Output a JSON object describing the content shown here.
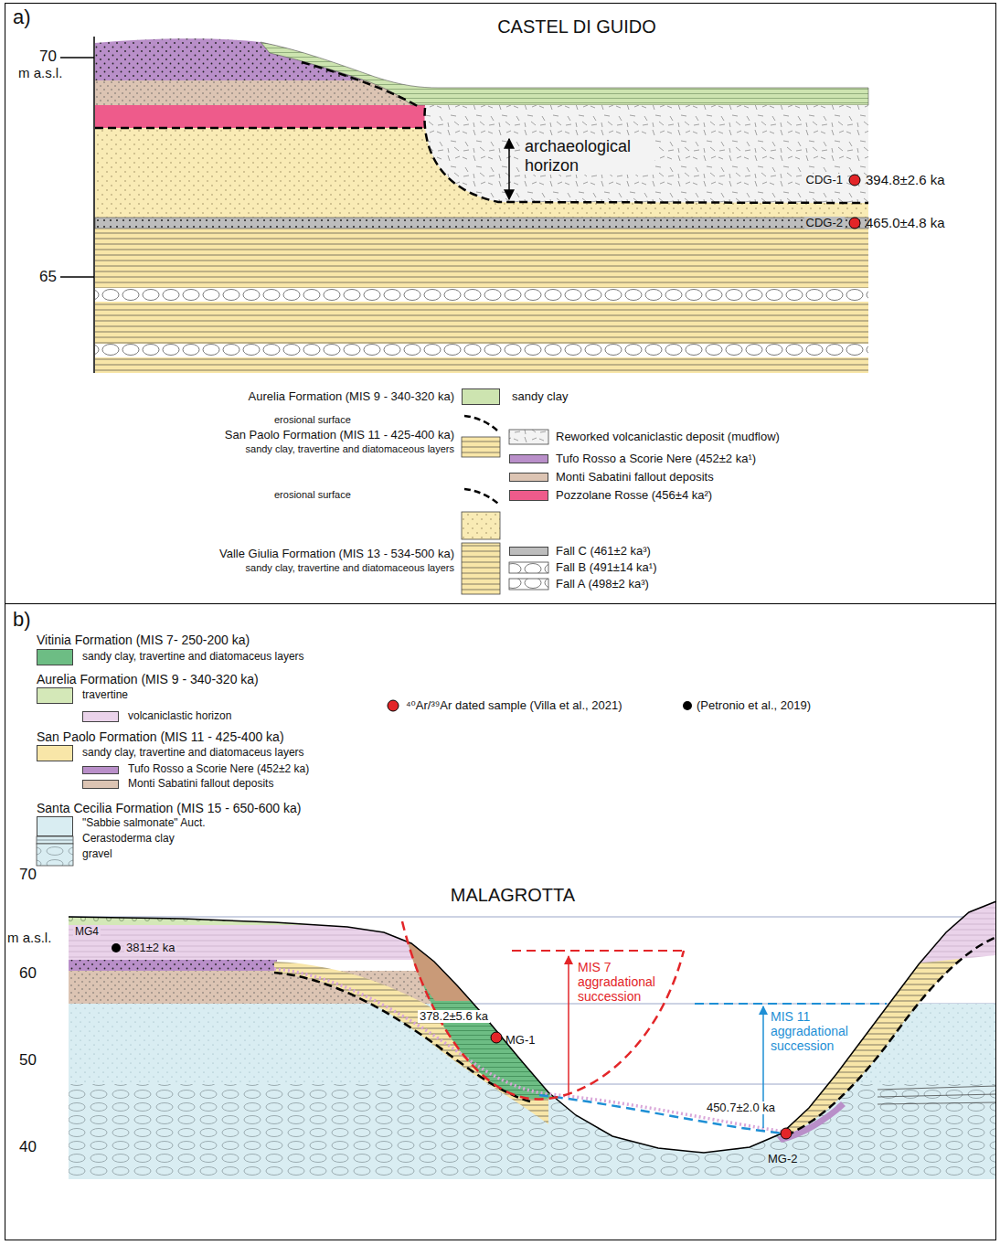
{
  "diagram": {
    "nodes": [
      {
        "text": [
          "a)",
          "CASTEL DI GUIDO"
        ]
      },
      {
        "text": [
          "b)",
          "MALAGROTTA"
        ]
      }
    ],
    "labels": [
      "70",
      "m a.s.l.",
      "archaeological horizon",
      "CDG-1",
      "394.8±2.6 ka",
      "CDG-2",
      "465.0±4.8 ka",
      "65",
      "Aurelia Formation (MIS 9 - 340-320 ka)",
      "San Paolo Formation (MIS 11 - 425-400 ka)",
      "sandy clay, travertine and diatomaceous layers",
      "Valle Giulia Formation (MIS 13 - 534-500 ka)",
      "sandy clay, travertine and diatomaceous layers",
      "Vitinia Formation (MIS 7- 250-200 ka)",
      "Aurelia Formation (MIS 9 - 340-320 ka)",
      "San Paolo Formation (MIS 11 - 425-400 ka)",
      "Santa Cecilia Formation (MIS 15 - 650-600 ka)",
      "70",
      "m a.s.l.",
      "MG4",
      "381±2 ka",
      "60",
      "378.2±5.6 ka",
      "MG-1",
      "MIS 7 aggradational succession",
      "MIS 11 aggradational succession",
      "50",
      "450.7±2.0 ka",
      "MG-2",
      "40"
    ],
    "legend": [
      {
        "text": "sandy clay",
        "color": "#cde4b0"
      },
      {
        "text": "erosional surface"
      },
      {
        "text": "Reworked volcaniclastic deposit (mudflow)"
      },
      {
        "text": "Tufo Rosso a Scorie Nere (452±2 ka¹)",
        "color": "#b98fc9"
      },
      {
        "text": "Monti Sabatini fallout deposits",
        "color": "#dcc4b3"
      },
      {
        "text": "erosional surface"
      },
      {
        "text": "Pozzolane Rosse (456±4 ka²)",
        "color": "#ee5b8b"
      },
      {
        "text": "Fall C (461±2 ka³)",
        "color": "#bdbdbd"
      },
      {
        "text": "Fall B (491±14 ka¹)"
      },
      {
        "text": "Fall A (498±2 ka³)"
      },
      {
        "text": "sandy clay, travertine and diatomaceus layers",
        "color": "#6dbd84"
      },
      {
        "text": "travertine",
        "color": "#d4e8b8"
      },
      {
        "text": "volcaniclastic horizon",
        "color": "#ead3ea"
      },
      {
        "text": "sandy clay, travertine and diatomaceus layers",
        "color": "#f8e6a8"
      },
      {
        "text": "Tufo Rosso a Scorie Nere (452±2 ka)",
        "color": "#b98fc9"
      },
      {
        "text": "Monti Sabatini fallout deposits",
        "color": "#dcc4b3"
      },
      {
        "text": "\"Sabbie salmonate\" Auct.",
        "color": "#d9edf2"
      },
      {
        "text": "Cerastoderma clay"
      },
      {
        "text": "gravel"
      },
      {
        "text": "⁴⁰Ar/³⁹Ar dated sample (Villa et al., 2021)"
      },
      {
        "text": "(Petronio et al., 2019)"
      }
    ]
  }
}
